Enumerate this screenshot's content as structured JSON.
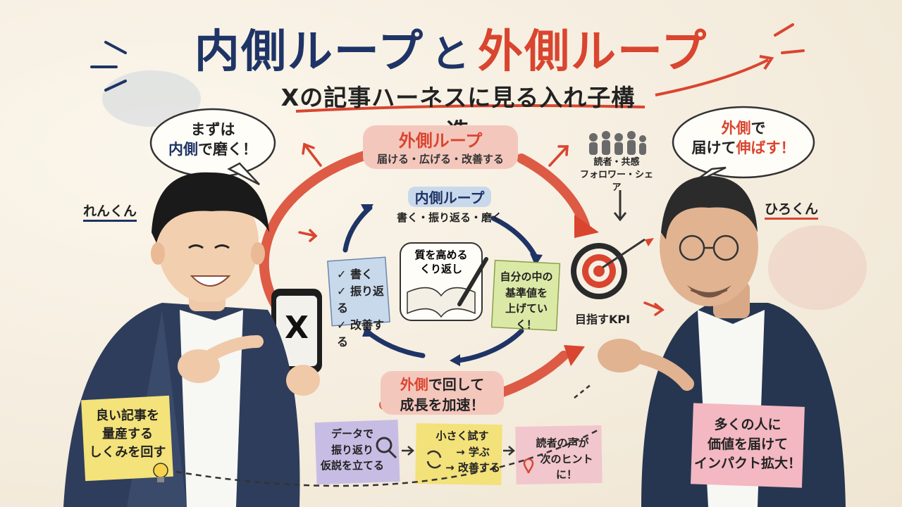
{
  "title": {
    "inner": "内側ループ",
    "and": "と",
    "outer": "外側ループ"
  },
  "subtitle": "Xの記事ハーネスに見る入れ子構造",
  "left_bubble": {
    "line1": "まずは",
    "line2_em": "内側",
    "line2_rest": "で磨く！"
  },
  "right_bubble": {
    "line1_em": "外側",
    "line1_rest": "で",
    "line2": "届けて",
    "line2_em": "伸ばす！"
  },
  "left_person": "れんくん",
  "right_person": "ひろくん",
  "outer_loop": {
    "label": "外側ループ",
    "desc": "届ける・広げる・改善する"
  },
  "inner_loop": {
    "label": "内側ループ",
    "desc": "書く・振り返る・磨く"
  },
  "center_card": {
    "line1": "質を高める",
    "line2": "くり返し"
  },
  "checklist": [
    "✓ 書く",
    "✓ 振り返る",
    "✓ 改善する"
  ],
  "standard_note": {
    "line1": "自分の中の",
    "line2": "基準値を",
    "line3": "上げていく！"
  },
  "reader_group": {
    "line1": "読者・共感",
    "line2": "フォロワー・シェア"
  },
  "target_label": "目指すKPI",
  "bottom_banner": {
    "em": "外側",
    "rest": "で回して",
    "line2": "成長を加速！"
  },
  "phone_glyph": "X",
  "left_sticky": {
    "line1": "良い記事を",
    "line2": "量産する",
    "line3": "しくみを回す"
  },
  "right_sticky": {
    "line1": "多くの人に",
    "line2": "価値を届けて",
    "line3": "インパクト拡大！"
  },
  "flow_steps": [
    {
      "line1": "データで",
      "line2": "振り返り",
      "line3": "仮説を立てる"
    },
    {
      "line1": "小さく試す",
      "line2": "→ 学ぶ",
      "line3": "→ 改善する"
    },
    {
      "line1": "読者の声が",
      "line2": "次のヒントに！"
    }
  ],
  "colors": {
    "navy": "#1f3466",
    "red": "#d9452f",
    "paper": "#f6f0e4"
  }
}
